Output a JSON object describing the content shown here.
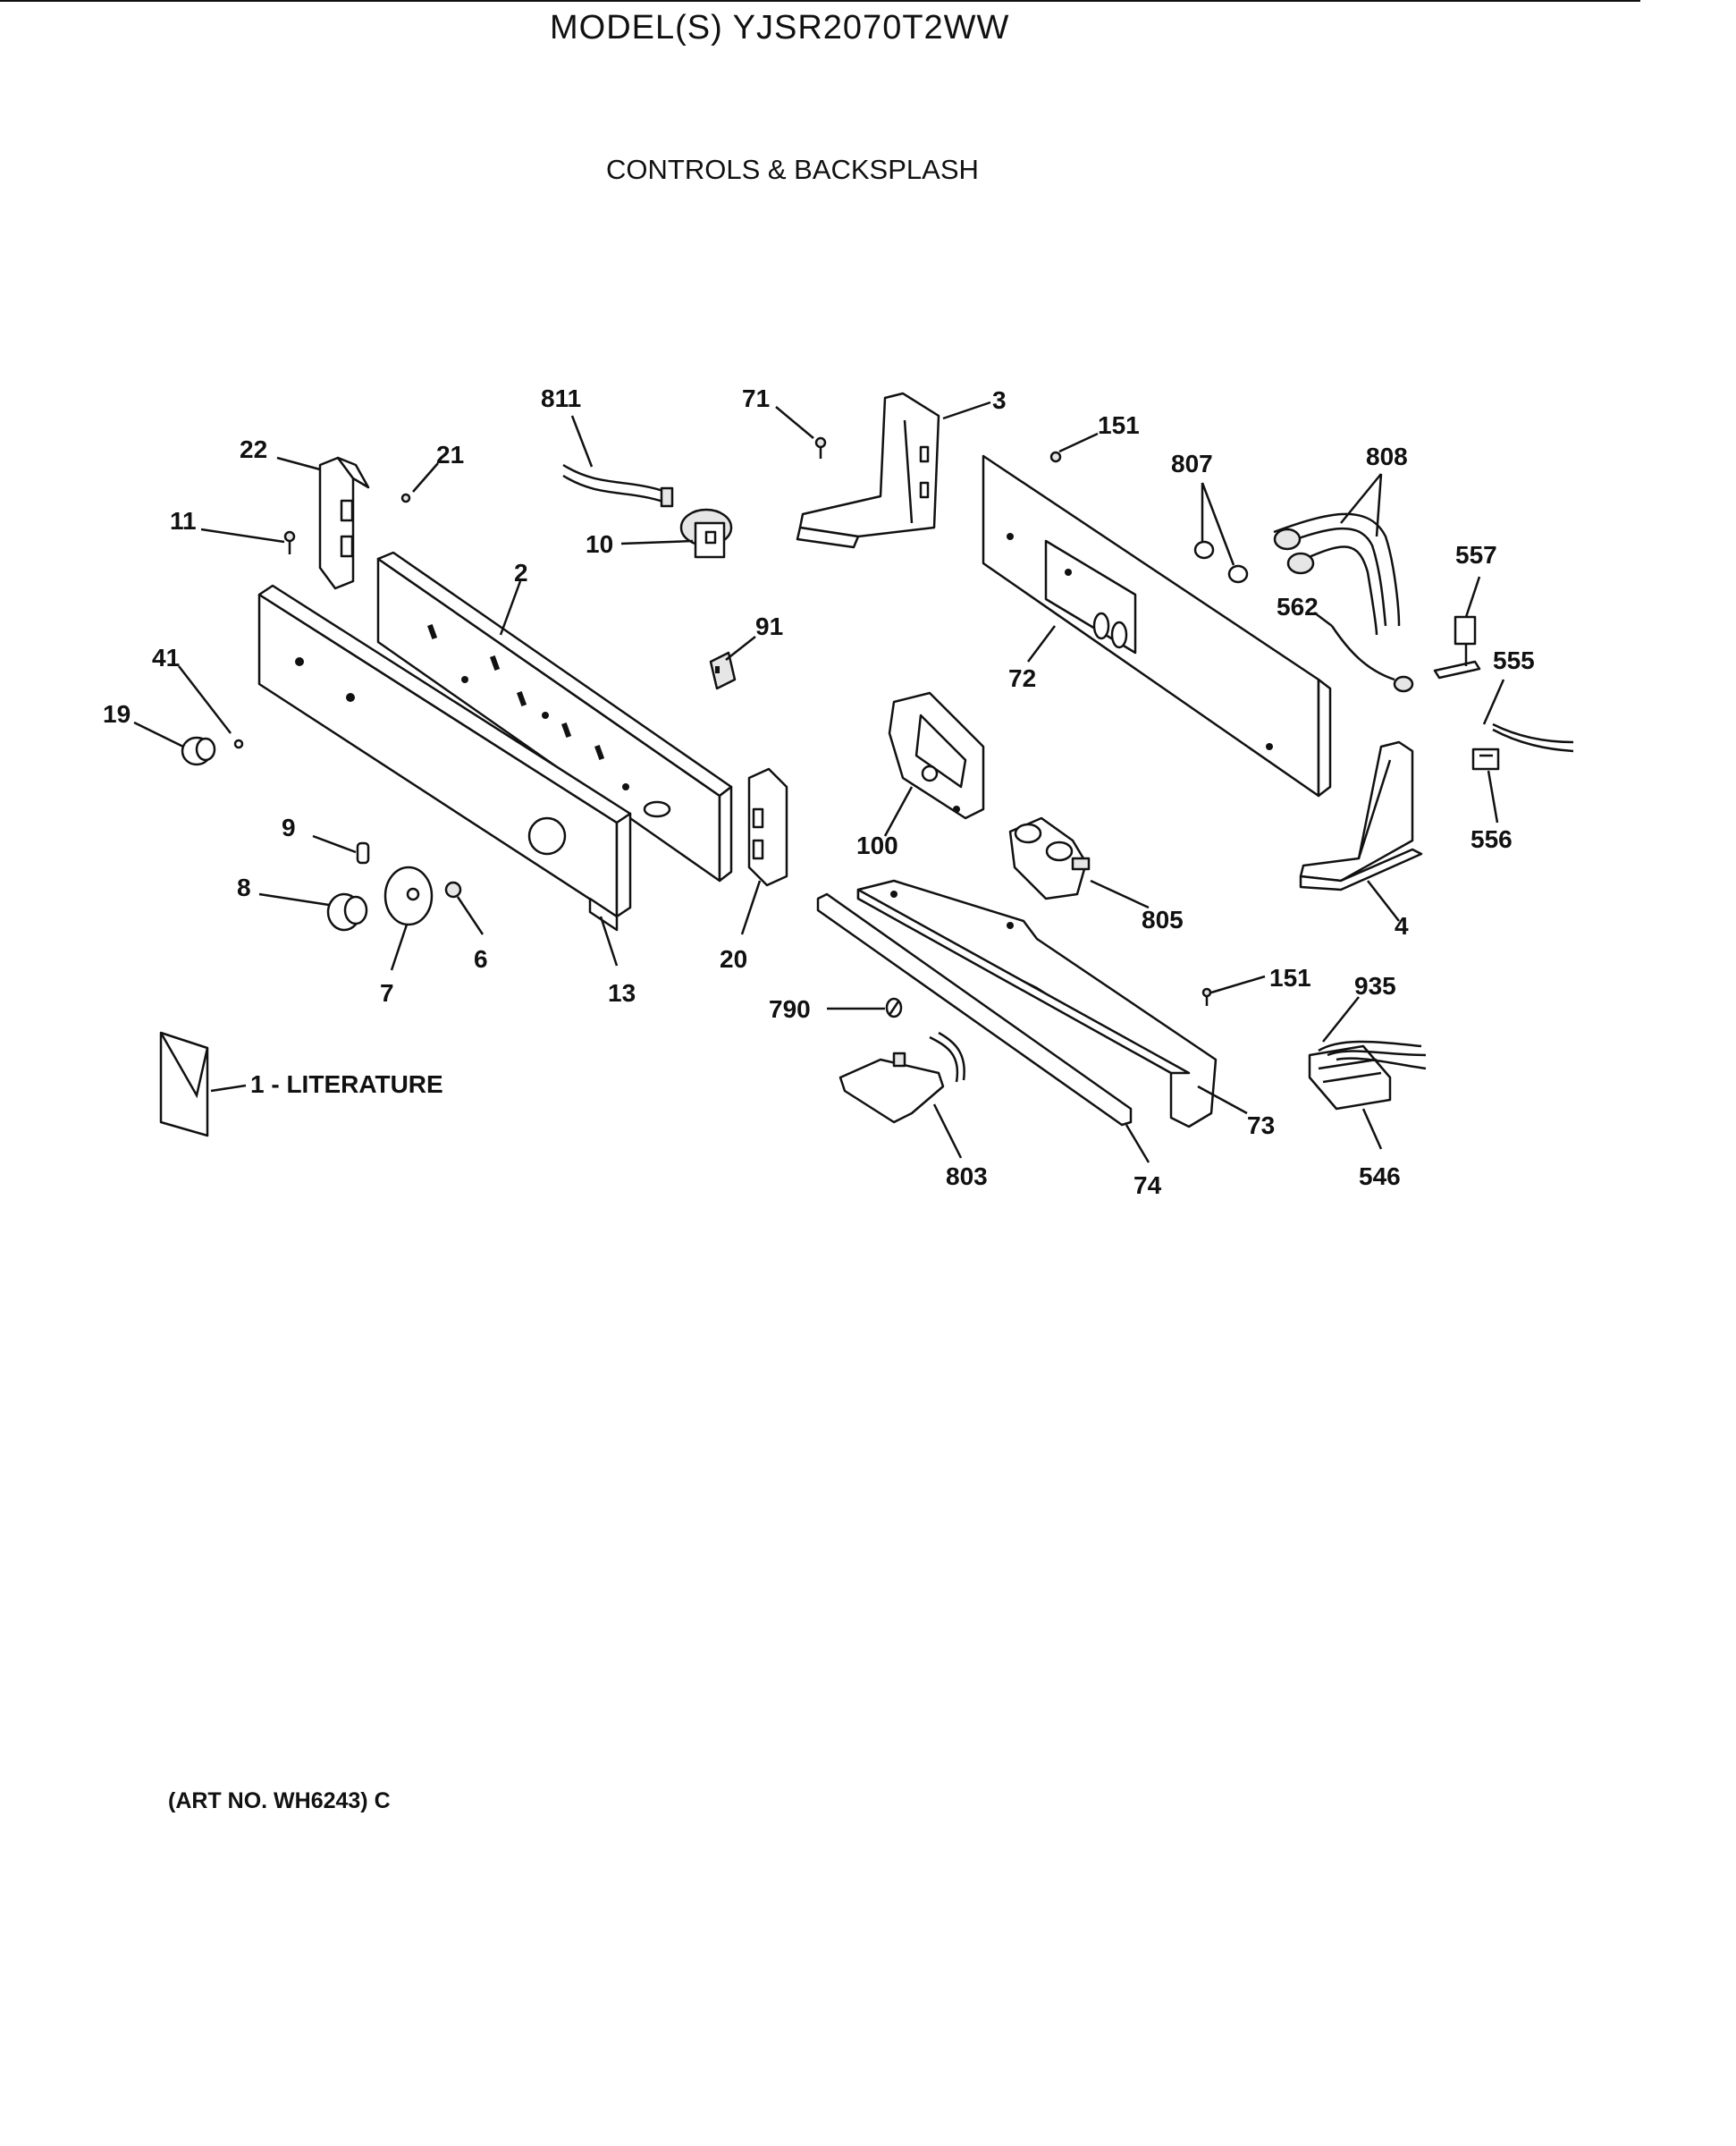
{
  "header": {
    "title": "MODEL(S) YJSR2070T2WW",
    "subtitle": "CONTROLS & BACKSPLASH"
  },
  "callouts": {
    "p811": "811",
    "p71": "71",
    "p3": "3",
    "p151a": "151",
    "p807": "807",
    "p808": "808",
    "p22": "22",
    "p21": "21",
    "p11": "11",
    "p10": "10",
    "p2": "2",
    "p557": "557",
    "p562": "562",
    "p91": "91",
    "p72": "72",
    "p555": "555",
    "p41": "41",
    "p19": "19",
    "p556": "556",
    "p9": "9",
    "p100": "100",
    "p8": "8",
    "p805": "805",
    "p4": "4",
    "p6": "6",
    "p20": "20",
    "p7": "7",
    "p13": "13",
    "p151b": "151",
    "p935": "935",
    "p790": "790",
    "p73": "73",
    "p803": "803",
    "p74": "74",
    "p546": "546"
  },
  "literature": {
    "label": "1 - LITERATURE"
  },
  "footer": {
    "art_no": "(ART NO. WH6243) C"
  }
}
